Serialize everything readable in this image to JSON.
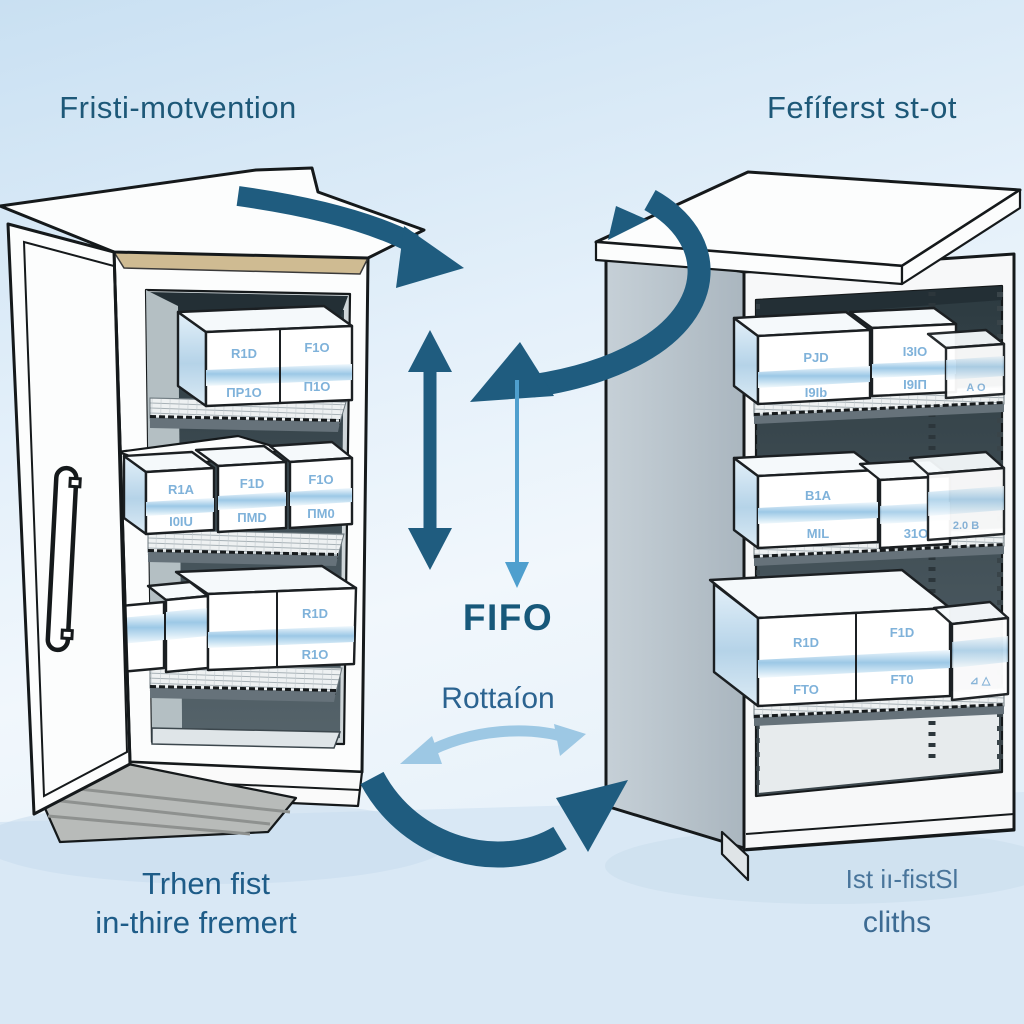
{
  "scene": {
    "title_left": "Fristi-motvention",
    "title_right": "Fefíferst st-ot",
    "fifo_label": "FIFO",
    "rotation_label": "Rottaíon",
    "caption_left_line1": "Trhen fist",
    "caption_left_line2": "in-thire fremert",
    "caption_right_line1": "Ist iı-fistSl",
    "caption_right_line2": "cliths"
  },
  "box_labels": {
    "l1a": "R1D",
    "l1b": "ΠP1O",
    "l1c": "F1O",
    "l1d": "Π1O",
    "l2a": "R1A",
    "l2b": "I0IU",
    "l2c": "F1D",
    "l2d": "ΠMD",
    "l2e": "F1O",
    "l2f": "ΠM0",
    "l3a": "R1D",
    "l3b": "R1O",
    "r1a": "PJD",
    "r1b": "I9Ib",
    "r1c": "I3IO",
    "r1d": "I9IΠ",
    "r1e": "A O",
    "r2a": "B1A",
    "r2b": "MIL",
    "r2c": "31O",
    "r2d": "2.0 B",
    "r3a": "R1D",
    "r3b": "FTO",
    "r3c": "F1D",
    "r3d": "FT0",
    "r3e": "⊿ △"
  },
  "colors": {
    "arrow_dark": "#1f5c7f",
    "arrow_light": "#9dc8e4",
    "arrow_thin": "#4f9fce",
    "text_primary": "#1d5878",
    "box_label_blue": "#7fb2da",
    "background_top": "#c9e0f2",
    "background_bottom": "#dcebf7"
  }
}
